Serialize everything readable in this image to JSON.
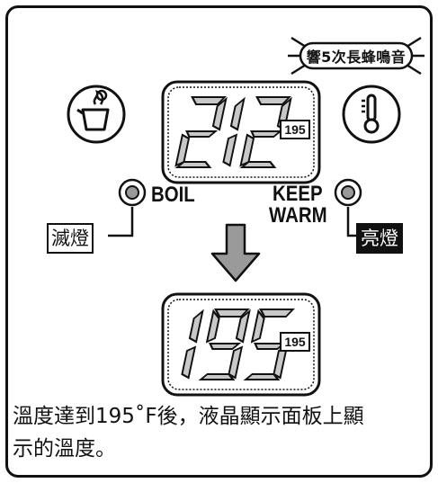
{
  "callout": {
    "text": "響5次長蜂鳴音"
  },
  "lcd_top": {
    "main_value": "212",
    "sub_value": "195"
  },
  "lcd_bottom": {
    "main_value": "195",
    "sub_value": "195"
  },
  "indicators": {
    "boil_label": "BOIL",
    "keep_label_line1": "KEEP",
    "keep_label_line2": "WARM",
    "boil_state": "滅燈",
    "keep_state": "亮燈"
  },
  "icons": {
    "left": "boil-kettle-icon",
    "right": "thermometer-icon",
    "arrow": "down-arrow-icon"
  },
  "caption": {
    "line1": "溫度達到195˚F後，液晶顯示面板上顯",
    "line2": "示的溫度。"
  },
  "colors": {
    "ink": "#111111",
    "paper": "#ffffff",
    "arrow_fill": "#9a9a9a"
  }
}
